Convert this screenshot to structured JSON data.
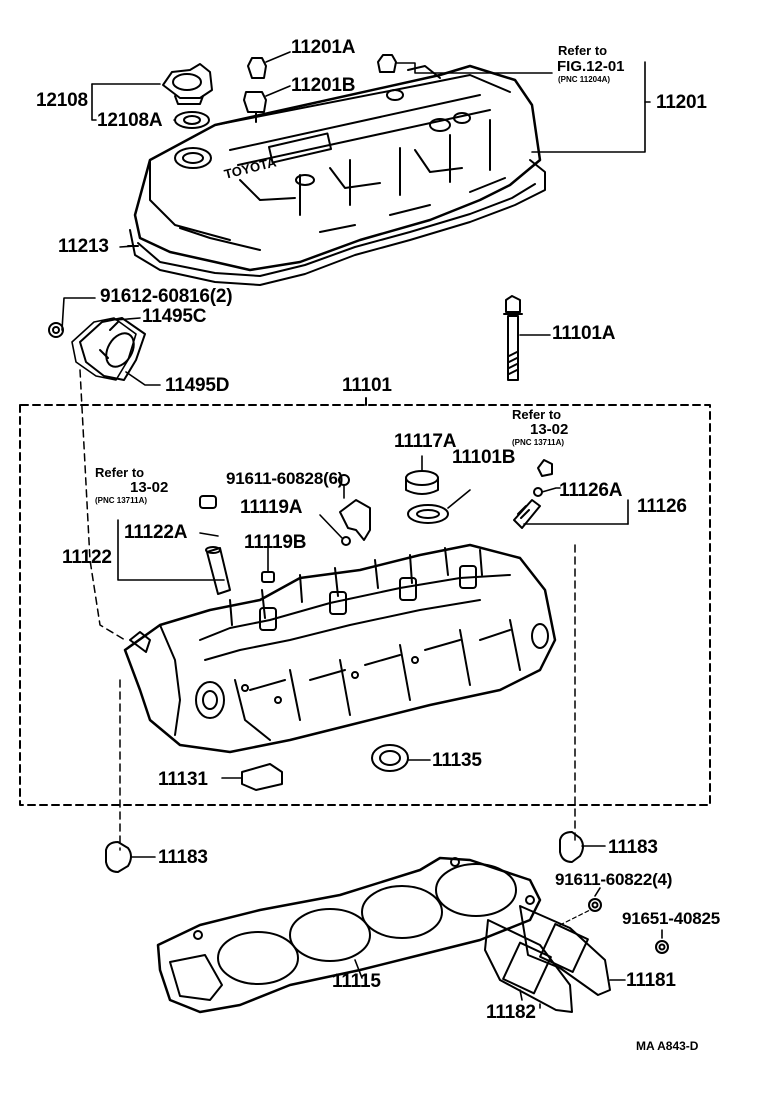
{
  "diagram": {
    "part_labels": {
      "p11201A": "11201A",
      "p11201B": "11201B",
      "p12108": "12108",
      "p12108A": "12108A",
      "p11201": "11201",
      "p11213": "11213",
      "p91612": "91612-60816(2)",
      "p11495C": "11495C",
      "p11495D": "11495D",
      "p11101A": "11101A",
      "p11101": "11101",
      "p11117A": "11117A",
      "p11101B": "11101B",
      "p91611a": "91611-60828(6)",
      "p11119A": "11119A",
      "p11126A": "11126A",
      "p11126": "11126",
      "p11122A": "11122A",
      "p11122": "11122",
      "p11119B": "11119B",
      "p11135": "11135",
      "p11131": "11131",
      "p11183L": "11183",
      "p11183R": "11183",
      "p91611b": "91611-60822(4)",
      "p91651": "91651-40825",
      "p11115": "11115",
      "p11181": "11181",
      "p11182": "11182"
    },
    "references": {
      "r1_text": "Refer to",
      "r1_fig": "FIG.12-01",
      "r1_pnc": "(PNC 11204A)",
      "r2_text": "Refer to",
      "r2_fig": "13-02",
      "r2_pnc": "(PNC 13711A)",
      "r3_text": "Refer to",
      "r3_fig": "13-02",
      "r3_pnc": "(PNC 13711A)"
    },
    "cover_emboss": "TOYOTA",
    "footer_code": "MA  A843-D"
  }
}
